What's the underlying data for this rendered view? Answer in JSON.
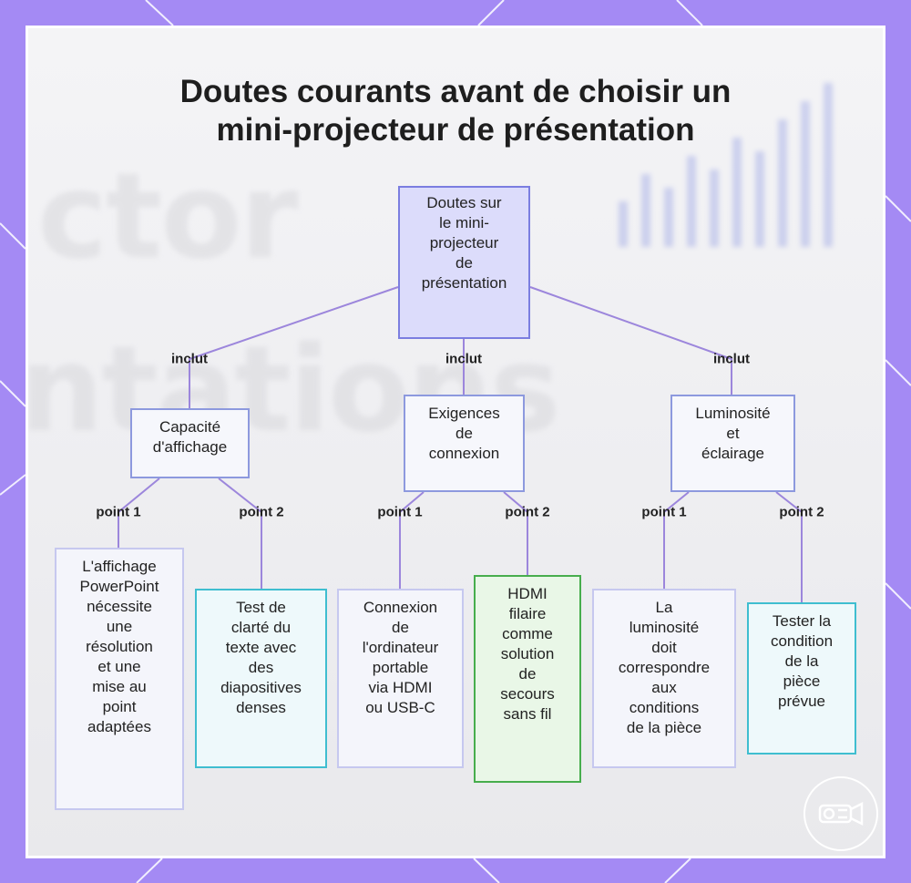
{
  "title": {
    "line1": "Doutes courants avant de choisir un",
    "line2": "mini-projecteur de présentation"
  },
  "background": {
    "ghost_line1": "ctor",
    "ghost_line2": "ntations"
  },
  "colors": {
    "frame": "#a48af4",
    "root_fill": "#dcdcfb",
    "connector": "#9c86dc",
    "cyan_border": "#3fbed0",
    "green_border": "#47ad4d"
  },
  "diagram": {
    "root": {
      "lines": [
        "Doutes sur",
        "le mini-",
        "projecteur",
        "de",
        "présentation"
      ]
    },
    "edge_labels": {
      "include_1": "inclut",
      "include_2": "inclut",
      "include_3": "inclut",
      "cap_point1": "point 1",
      "cap_point2": "point 2",
      "conn_point1": "point 1",
      "conn_point2": "point 2",
      "lum_point1": "point 1",
      "lum_point2": "point 2"
    },
    "categories": [
      {
        "lines": [
          "Capacité",
          "d'affichage"
        ]
      },
      {
        "lines": [
          "Exigences",
          "de",
          "connexion"
        ]
      },
      {
        "lines": [
          "Luminosité",
          "et",
          "éclairage"
        ]
      }
    ],
    "leaves": [
      {
        "lines": [
          "L'affichage",
          "PowerPoint",
          "nécessite",
          "une",
          "résolution",
          "et une",
          "mise au",
          "point",
          "adaptées"
        ]
      },
      {
        "lines": [
          "Test de",
          "clarté du",
          "texte avec",
          "des",
          "diapositives",
          "denses"
        ]
      },
      {
        "lines": [
          "Connexion",
          "de",
          "l'ordinateur",
          "portable",
          "via HDMI",
          "ou USB-C"
        ]
      },
      {
        "lines": [
          "HDMI",
          "filaire",
          "comme",
          "solution",
          "de",
          "secours",
          "sans fil"
        ]
      },
      {
        "lines": [
          "La",
          "luminosité",
          "doit",
          "correspondre",
          "aux",
          "conditions",
          "de la pièce"
        ]
      },
      {
        "lines": [
          "Tester la",
          "condition",
          "de la",
          "pièce",
          "prévue"
        ]
      }
    ]
  },
  "logo": {
    "icon": "projector-icon"
  }
}
